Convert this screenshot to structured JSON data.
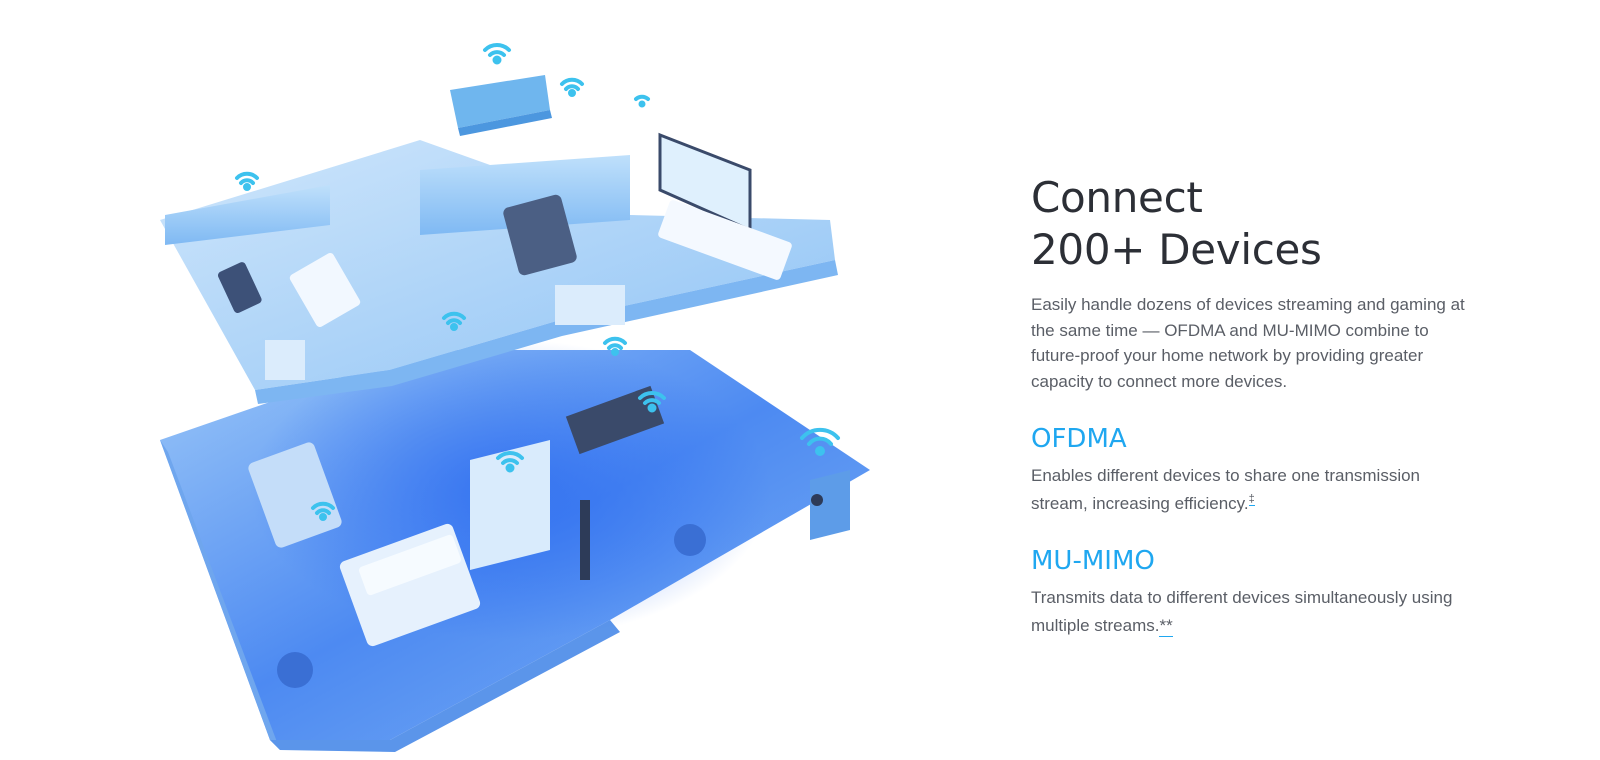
{
  "illustration": {
    "icon": "smart-home-cutaway-illustration",
    "accent": "#3aa5f0",
    "wifi_color": "#3dc2ee"
  },
  "content": {
    "headline_line1": "Connect",
    "headline_line2": "200+ Devices",
    "intro": "Easily handle dozens of devices streaming and gaming at the same time — OFDMA and MU-MIMO combine to future-proof your home network by providing greater capacity to connect more devices.",
    "features": [
      {
        "title": "OFDMA",
        "description": "Enables different devices to share one transmission stream, increasing efficiency.",
        "footnote": "‡"
      },
      {
        "title": "MU-MIMO",
        "description": "Transmits data to different devices simultaneously using multiple streams.",
        "footnote": "**"
      }
    ],
    "colors": {
      "headline": "#2c2f36",
      "body": "#5a5e66",
      "feature_title": "#1fa7f0"
    }
  }
}
